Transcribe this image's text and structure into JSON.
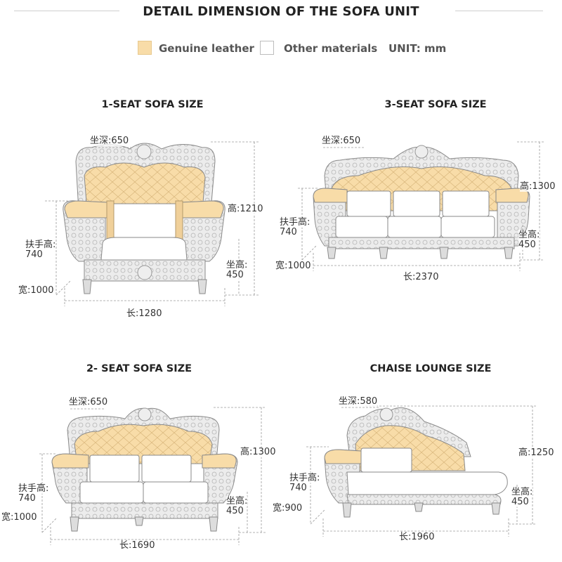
{
  "header": {
    "title": "DETAIL DIMENSION OF THE SOFA UNIT"
  },
  "legend": {
    "leather_label": "Genuine leather",
    "other_label": "Other materials",
    "unit_label": "UNIT: mm"
  },
  "colors": {
    "leather": "#f8dca8",
    "frame": "#e3e3e3",
    "outline": "#8a8a8a",
    "guide": "#9a9a9a",
    "cushion": "#ffffff"
  },
  "sections": {
    "one_seat": {
      "title": "1-SEAT SOFA SIZE",
      "depth": "坐深:650",
      "height": "高:1210",
      "arm_label": "扶手高:",
      "arm_value": "740",
      "seat_label": "坐高:",
      "seat_value": "450",
      "width": "宽:1000",
      "length": "长:1280"
    },
    "three_seat": {
      "title": "3-SEAT SOFA SIZE",
      "depth": "坐深:650",
      "height": "高:1300",
      "arm_label": "扶手高:",
      "arm_value": "740",
      "seat_label": "坐高:",
      "seat_value": "450",
      "width": "宽:1000",
      "length": "长:2370"
    },
    "two_seat": {
      "title": "2- SEAT SOFA SIZE",
      "depth": "坐深:650",
      "height": "高:1300",
      "arm_label": "扶手高:",
      "arm_value": "740",
      "seat_label": "坐高:",
      "seat_value": "450",
      "width": "宽:1000",
      "length": "长:1690"
    },
    "chaise": {
      "title": "CHAISE LOUNGE SIZE",
      "depth": "坐深:580",
      "height": "高:1250",
      "arm_label": "扶手高:",
      "arm_value": "740",
      "seat_label": "坐高:",
      "seat_value": "450",
      "width": "宽:900",
      "length": "长:1960"
    }
  }
}
